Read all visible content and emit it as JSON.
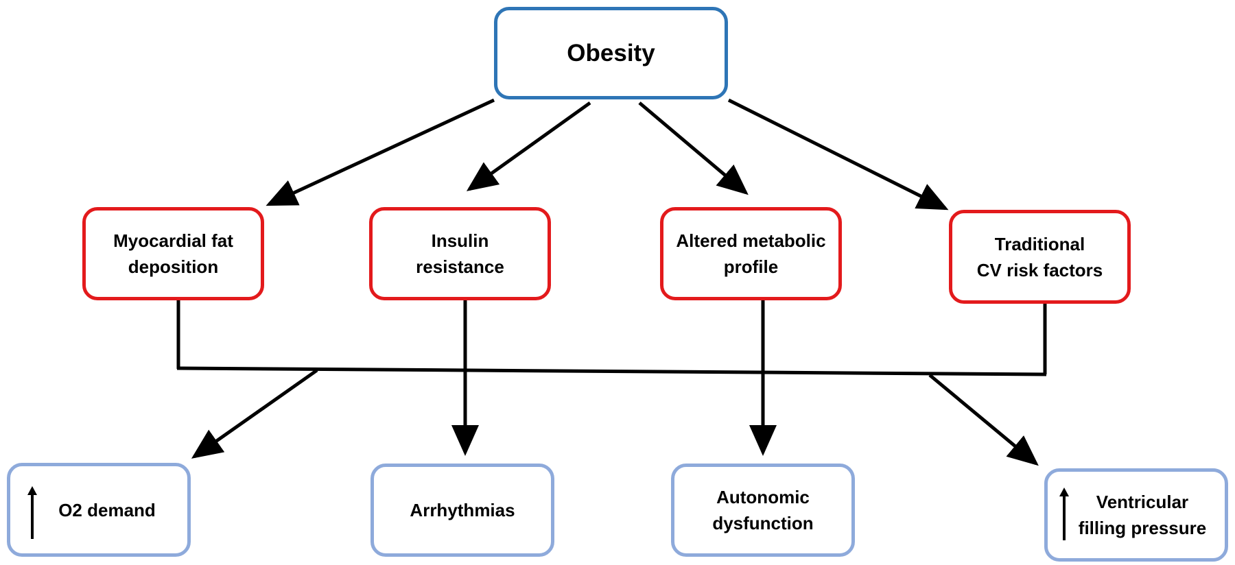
{
  "colors": {
    "top_border": "#2e75b6",
    "middle_border": "#e31a1c",
    "bottom_border": "#8eaadb",
    "arrow": "#000000"
  },
  "top": {
    "label": "Obesity"
  },
  "middle": [
    {
      "line1": "Myocardial fat",
      "line2": "deposition"
    },
    {
      "line1": "Insulin",
      "line2": "resistance"
    },
    {
      "line1": "Altered metabolic",
      "line2": "profile"
    },
    {
      "line1": "Traditional",
      "line2": "CV risk factors"
    }
  ],
  "bottom": [
    {
      "prefix_icon": "up-arrow-icon",
      "line1": "O2 demand"
    },
    {
      "line1": "Arrhythmias"
    },
    {
      "line1": "Autonomic",
      "line2": "dysfunction"
    },
    {
      "prefix_icon": "up-arrow-icon",
      "line1": "Ventricular",
      "line2": "filling pressure"
    }
  ]
}
